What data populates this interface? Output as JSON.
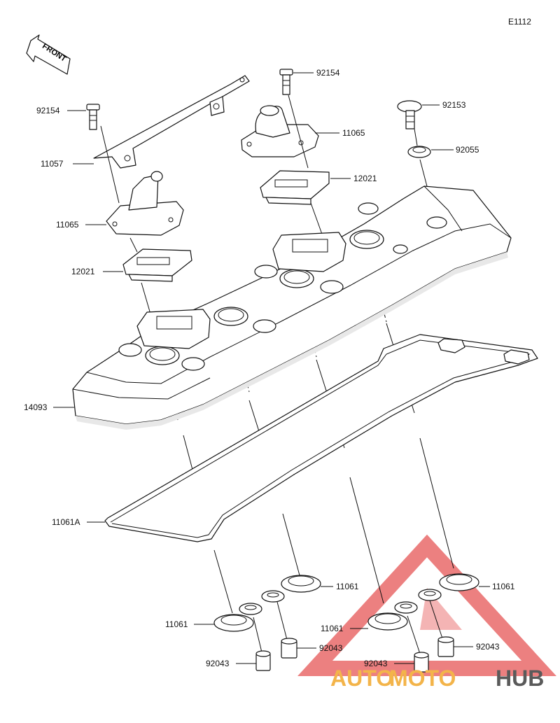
{
  "diagram_code": "E1112",
  "front_label": "FRONT",
  "labels": {
    "bolt_left": "92154",
    "bolt_right": "92154",
    "bolt_92153": "92153",
    "gasket_92055": "92055",
    "plate_11057": "11057",
    "breather_right": "11065",
    "breather_left": "11065",
    "reed_right": "12021",
    "reed_left": "12021",
    "cover": "14093",
    "gasket_main": "11061A",
    "plug_gasket_1": "11061",
    "plug_gasket_2": "11061",
    "plug_gasket_3": "11061",
    "plug_gasket_4": "11061",
    "collar_1": "92043",
    "collar_2": "92043",
    "collar_3": "92043",
    "collar_4": "92043"
  },
  "watermark": {
    "part1": "AUTO",
    "part2": "MOTO",
    "part3": "HUB",
    "colors": {
      "orange": "#f3b44a",
      "red": "#e23a3a",
      "dark": "#5a5a5a"
    }
  }
}
